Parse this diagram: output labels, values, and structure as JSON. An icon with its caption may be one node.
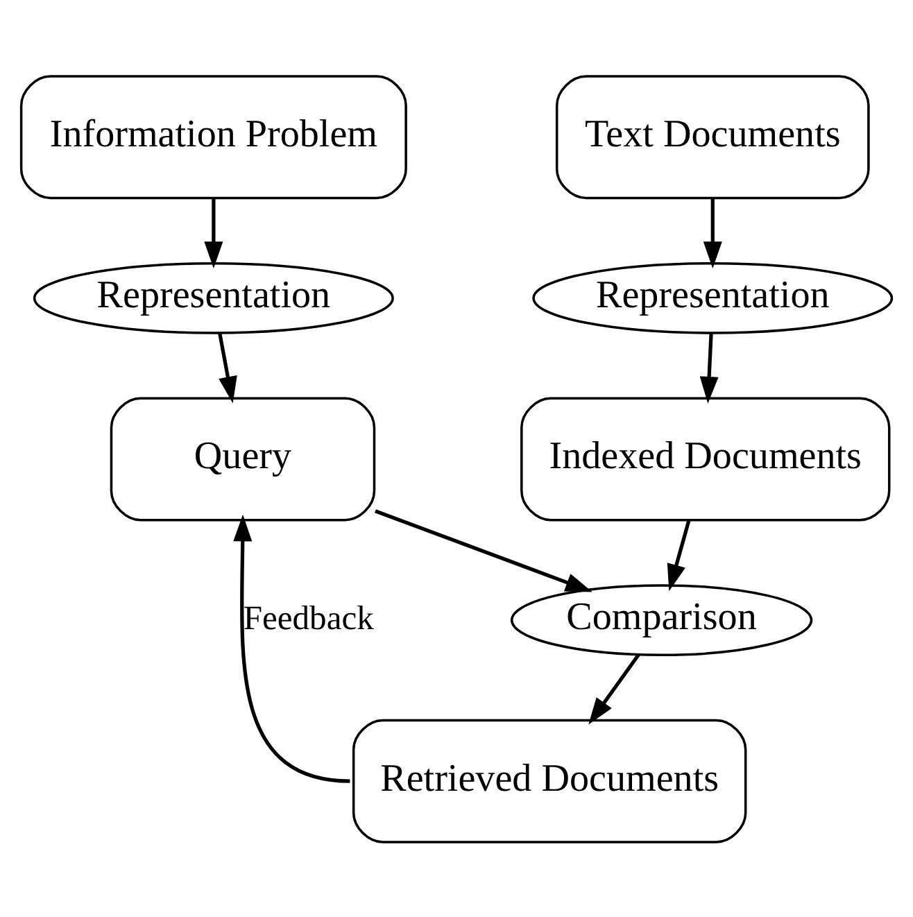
{
  "diagram": {
    "nodes": [
      {
        "text": [
          "Information Problem"
        ]
      },
      {
        "text": [
          "Text Documents"
        ]
      },
      {
        "text": [
          "Representation"
        ]
      },
      {
        "text": [
          "Representation"
        ]
      },
      {
        "text": [
          "Query"
        ]
      },
      {
        "text": [
          "Indexed Documents"
        ]
      },
      {
        "text": [
          "Comparison"
        ]
      },
      {
        "text": [
          "Retrieved Documents"
        ]
      }
    ],
    "edges": [
      {
        "from": 0,
        "to": 2,
        "arrow": "to"
      },
      {
        "from": 2,
        "to": 4,
        "arrow": "to"
      },
      {
        "from": 1,
        "to": 3,
        "arrow": "to"
      },
      {
        "from": 3,
        "to": 5,
        "arrow": "to"
      },
      {
        "from": 4,
        "to": 6,
        "arrow": "to"
      },
      {
        "from": 5,
        "to": 6,
        "arrow": "to"
      },
      {
        "from": 6,
        "to": 7,
        "arrow": "to"
      },
      {
        "from": 7,
        "to": 4,
        "arrow": "to",
        "label": "Feedback"
      }
    ]
  }
}
